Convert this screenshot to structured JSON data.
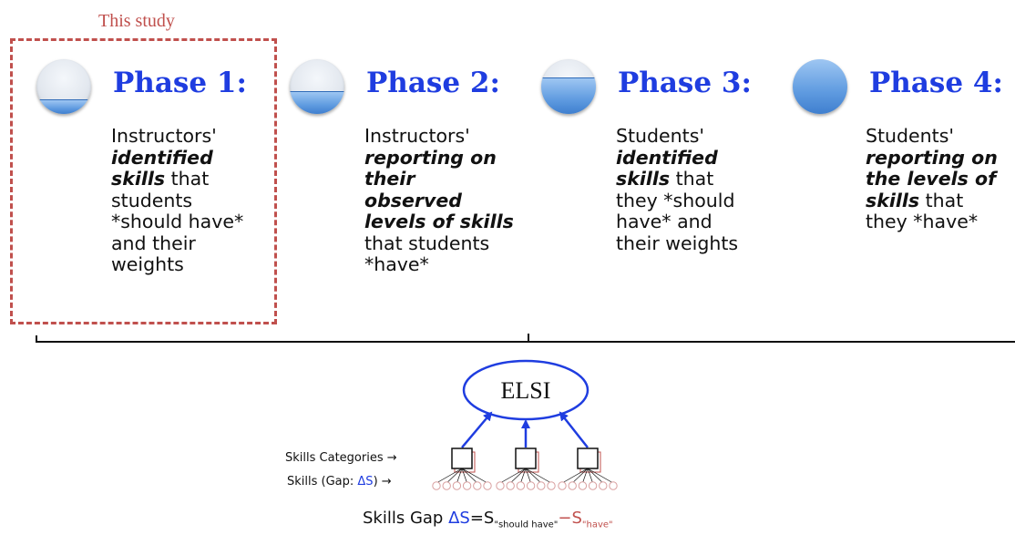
{
  "study_label": "This study",
  "phases": [
    {
      "title": "Phase 1:",
      "fill_fraction": 0.25,
      "lines": [
        [
          {
            "t": "Instructors'",
            "em": false
          }
        ],
        [
          {
            "t": "identified",
            "em": true
          }
        ],
        [
          {
            "t": "skills",
            "em": true
          },
          {
            "t": " that",
            "em": false
          }
        ],
        [
          {
            "t": "students",
            "em": false
          }
        ],
        [
          {
            "t": "*should have*",
            "em": false
          }
        ],
        [
          {
            "t": "and their",
            "em": false
          }
        ],
        [
          {
            "t": "weights",
            "em": false
          }
        ]
      ]
    },
    {
      "title": "Phase 2:",
      "fill_fraction": 0.4,
      "lines": [
        [
          {
            "t": "Instructors'",
            "em": false
          }
        ],
        [
          {
            "t": "reporting on",
            "em": true
          }
        ],
        [
          {
            "t": "their",
            "em": true
          }
        ],
        [
          {
            "t": "observed",
            "em": true
          }
        ],
        [
          {
            "t": "levels of skills",
            "em": true
          }
        ],
        [
          {
            "t": "that students",
            "em": false
          }
        ],
        [
          {
            "t": "*have*",
            "em": false
          }
        ]
      ]
    },
    {
      "title": "Phase 3:",
      "fill_fraction": 0.65,
      "lines": [
        [
          {
            "t": "Students'",
            "em": false
          }
        ],
        [
          {
            "t": "identified",
            "em": true
          }
        ],
        [
          {
            "t": "skills",
            "em": true
          },
          {
            "t": " that",
            "em": false
          }
        ],
        [
          {
            "t": "they *should",
            "em": false
          }
        ],
        [
          {
            "t": "have* and",
            "em": false
          }
        ],
        [
          {
            "t": "their weights",
            "em": false
          }
        ]
      ]
    },
    {
      "title": "Phase 4:",
      "fill_fraction": 1.0,
      "lines": [
        [
          {
            "t": "Students'",
            "em": false
          }
        ],
        [
          {
            "t": "reporting on",
            "em": true
          }
        ],
        [
          {
            "t": "the levels of",
            "em": true
          }
        ],
        [
          {
            "t": "skills",
            "em": true
          },
          {
            "t": " that",
            "em": false
          }
        ],
        [
          {
            "t": "they *have*",
            "em": false
          }
        ]
      ]
    }
  ],
  "elsi_label": "ELSI",
  "skills_categories_label": "Skills Categories →",
  "skills_gap_label_prefix": "Skills (Gap: ",
  "skills_gap_label_delta": "ΔS",
  "skills_gap_label_suffix": ") →",
  "footer": {
    "prefix": "Skills Gap ",
    "delta": "ΔS",
    "equals": "=S",
    "should_sub": "\"should have\"",
    "minus": "−",
    "s_have": "S",
    "have_sub": "\"have\""
  },
  "colors": {
    "accent": "#1f3de0",
    "study": "#c0504d",
    "small_circles": "#d9a0a0"
  }
}
